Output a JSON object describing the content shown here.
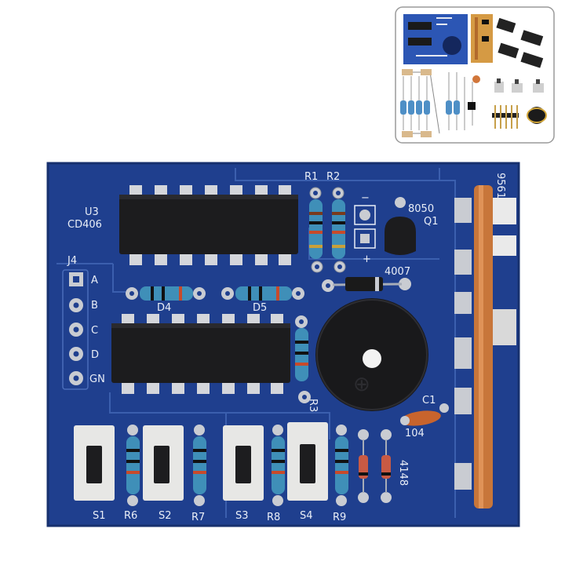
{
  "image": {
    "description_colors": {
      "background": "#ffffff",
      "pcb": "#1f3f8e",
      "pcb_dark": "#17306e",
      "silk": "#e9eef7",
      "pad": "#c9ccd2",
      "chip": "#1c1c1e",
      "resistor_body": "#3f8fb8",
      "antenna_wire": "#c8763a",
      "inset_border": "#9a9a9a"
    },
    "labels": {
      "u3": "U3",
      "cd": "CD406",
      "r1": "R1",
      "r2": "R2",
      "minus": "−",
      "plus": "+",
      "q_part": "8050",
      "q1": "Q1",
      "d_part": "4007",
      "j4": "J4",
      "pin_a": "A",
      "pin_b": "B",
      "pin_c": "C",
      "pin_d": "D",
      "pin_gnd": "GN",
      "d4": "D4",
      "d5": "D5",
      "r3": "R3",
      "c1": "C1",
      "c_val": "104",
      "diode_val": "4148",
      "board_id": "9561",
      "s1": "S1",
      "r6": "R6",
      "s2": "S2",
      "r7": "R7",
      "s3": "S3",
      "r8": "R8",
      "s4": "S4",
      "r9": "R9"
    }
  }
}
